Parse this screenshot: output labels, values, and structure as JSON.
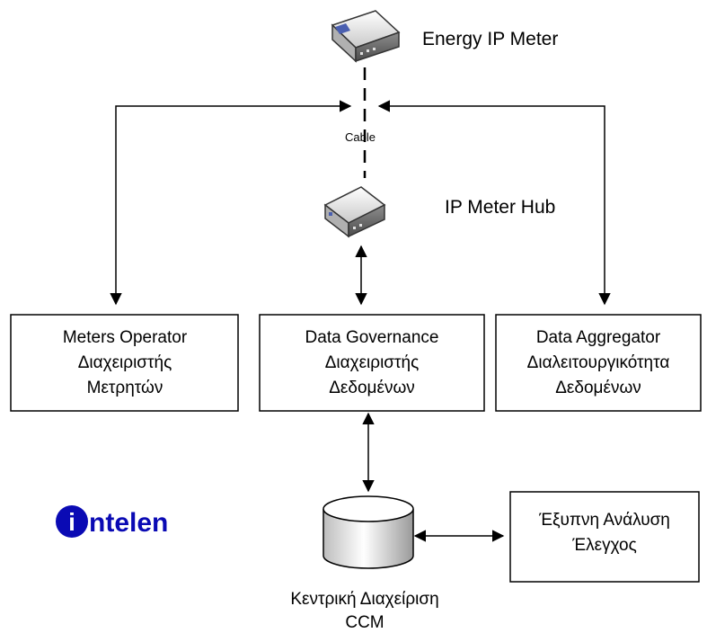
{
  "devices": {
    "energy_meter": "Energy IP Meter",
    "meter_hub": "IP Meter Hub",
    "cable": "Cable"
  },
  "boxes": {
    "meters_operator": [
      "Meters Operator",
      "Διαχειριστής",
      "Μετρητών"
    ],
    "data_governance": [
      "Data Governance",
      "Διαχειριστής",
      "Δεδομένων"
    ],
    "data_aggregator": [
      "Data Aggregator",
      "Διαλειτουργικότητα",
      "Δεδομένων"
    ],
    "smart_analysis": [
      "Έξυπνη Ανάλυση",
      "Έλεγχος"
    ]
  },
  "database": {
    "label_line1": "Κεντρική Διαχείριση",
    "label_line2": "CCM"
  },
  "logo": {
    "letter": "i",
    "text": "ntelen",
    "color": "#0a0ab4"
  }
}
